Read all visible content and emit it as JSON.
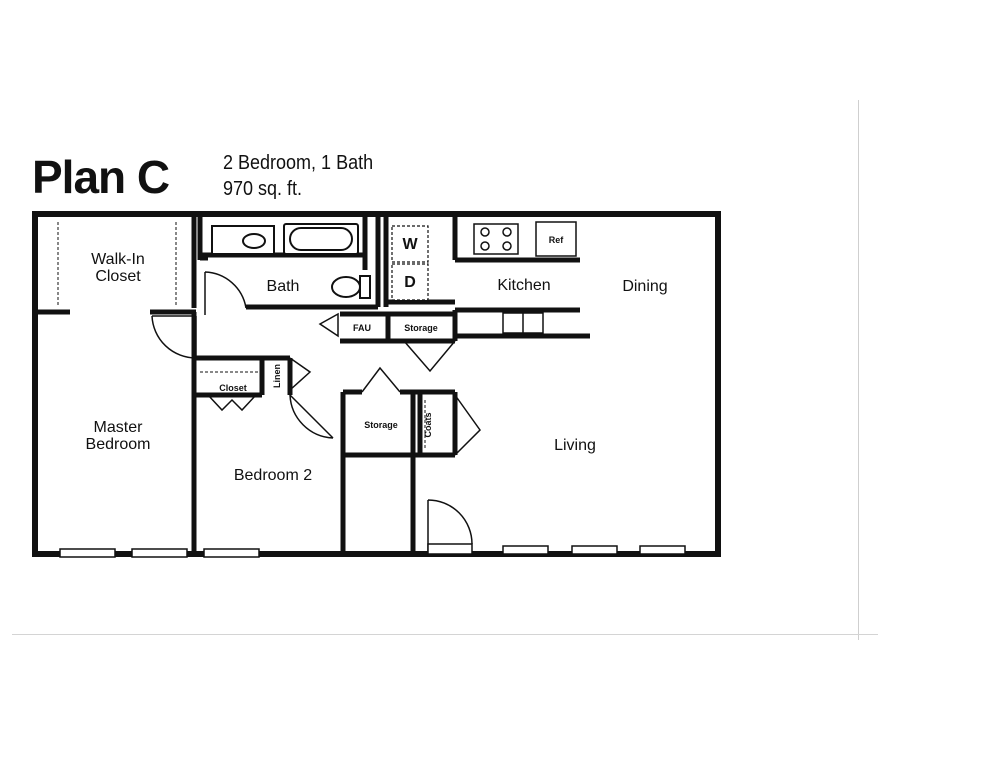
{
  "plan": {
    "title": "Plan C",
    "bedrooms_baths": "2 Bedroom, 1 Bath",
    "area": "970 sq. ft."
  },
  "rooms": {
    "walk_in_closet_line1": "Walk-In",
    "walk_in_closet_line2": "Closet",
    "bath": "Bath",
    "washer": "W",
    "dryer": "D",
    "kitchen": "Kitchen",
    "dining": "Dining",
    "refrigerator": "Ref",
    "fau": "FAU",
    "storage_kitchen": "Storage",
    "closet": "Closet",
    "linen": "Linen",
    "master_bedroom_line1": "Master",
    "master_bedroom_line2": "Bedroom",
    "bedroom_2": "Bedroom 2",
    "storage_hall": "Storage",
    "coats": "Coats",
    "living": "Living"
  }
}
